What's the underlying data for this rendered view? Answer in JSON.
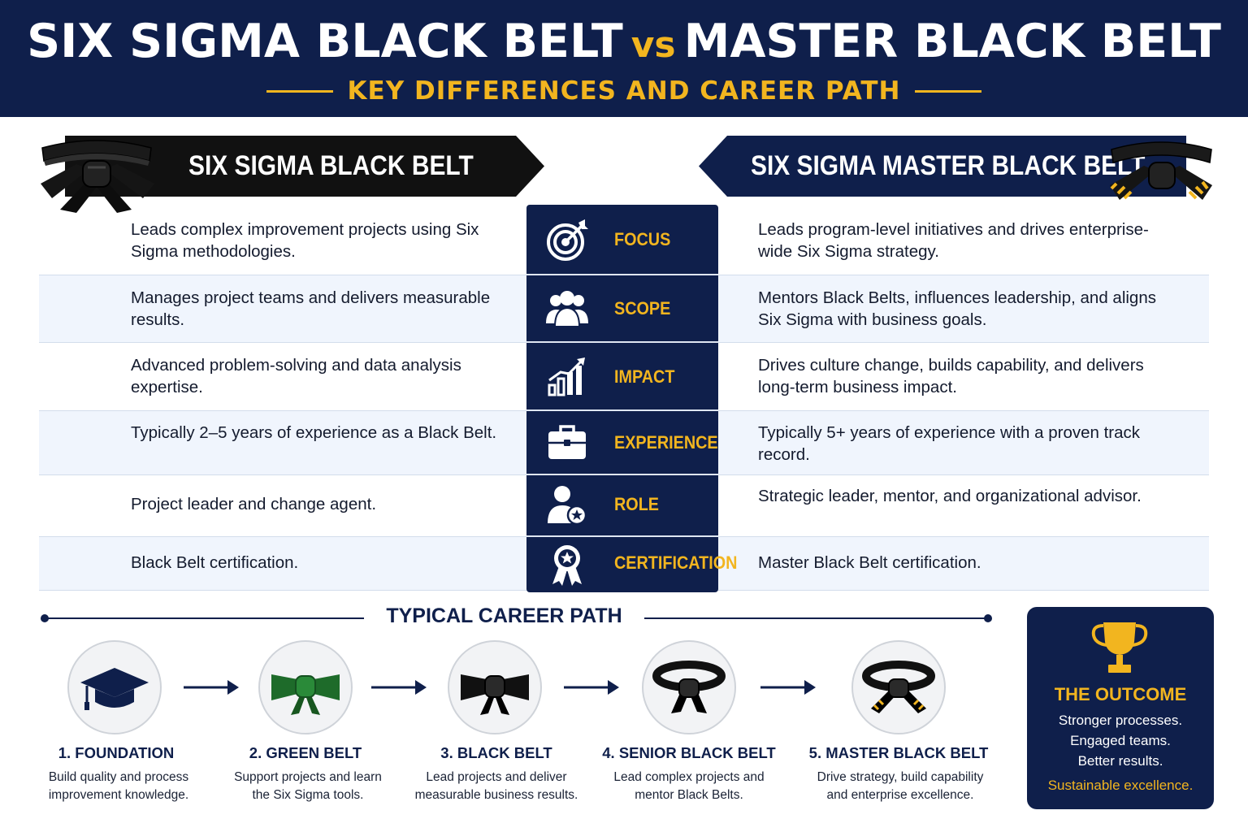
{
  "header": {
    "title_left": "SIX SIGMA BLACK BELT",
    "title_vs": "vs",
    "title_right": "MASTER BLACK BELT",
    "subtitle": "KEY DIFFERENCES AND CAREER PATH"
  },
  "banners": {
    "left": "SIX SIGMA BLACK BELT",
    "right": "SIX SIGMA MASTER BLACK BELT"
  },
  "comparison": [
    {
      "criterion": "FOCUS",
      "icon": "target-icon",
      "black_belt": "Leads complex improvement projects using Six Sigma methodologies.",
      "master_black_belt": "Leads program-level initiatives and drives enterprise-wide Six Sigma strategy."
    },
    {
      "criterion": "SCOPE",
      "icon": "team-icon",
      "black_belt": "Manages project teams and delivers measurable results.",
      "master_black_belt": "Mentors Black Belts, influences leadership, and aligns Six Sigma with business goals."
    },
    {
      "criterion": "IMPACT",
      "icon": "growth-chart-icon",
      "black_belt": "Advanced problem-solving and data analysis expertise.",
      "master_black_belt": "Drives culture change, builds capability, and delivers long-term business impact."
    },
    {
      "criterion": "EXPERIENCE",
      "icon": "briefcase-icon",
      "black_belt": "Typically 2–5 years of experience as a Black Belt.",
      "master_black_belt": "Typically 5+ years of experience with a proven track record."
    },
    {
      "criterion": "ROLE",
      "icon": "person-star-icon",
      "black_belt": "Project leader and change agent.",
      "master_black_belt": "Strategic leader, mentor, and organizational advisor."
    },
    {
      "criterion": "CERTIFICATION",
      "icon": "award-ribbon-icon",
      "black_belt": "Black Belt certification.",
      "master_black_belt": "Master Black Belt certification."
    }
  ],
  "career_path": {
    "title": "TYPICAL CAREER PATH",
    "steps": [
      {
        "title": "1. FOUNDATION",
        "desc_line1": "Build quality and process",
        "desc_line2": "improvement knowledge.",
        "icon": "graduation-cap-icon"
      },
      {
        "title": "2. GREEN BELT",
        "desc_line1": "Support projects and learn",
        "desc_line2": "the Six Sigma tools.",
        "icon": "green-belt-icon",
        "color": "#1e6b2a"
      },
      {
        "title": "3. BLACK BELT",
        "desc_line1": "Lead projects and deliver",
        "desc_line2": "measurable business results.",
        "icon": "black-belt-icon",
        "color": "#111111"
      },
      {
        "title": "4. SENIOR BLACK BELT",
        "desc_line1": "Lead complex projects and",
        "desc_line2": "mentor Black Belts.",
        "icon": "black-belt-loop-icon",
        "color": "#111111"
      },
      {
        "title": "5. MASTER BLACK BELT",
        "desc_line1": "Drive strategy, build capability",
        "desc_line2": "and enterprise excellence.",
        "icon": "master-belt-icon",
        "color": "#111111"
      }
    ]
  },
  "outcome": {
    "icon": "trophy-icon",
    "title": "THE OUTCOME",
    "lines": [
      "Stronger processes.",
      "Engaged teams.",
      "Better results."
    ],
    "final": "Sustainable excellence."
  },
  "colors": {
    "navy": "#0f1f4b",
    "gold": "#f2b51f",
    "green": "#1e6b2a",
    "black": "#111111",
    "row_shade": "#f0f5fd"
  }
}
